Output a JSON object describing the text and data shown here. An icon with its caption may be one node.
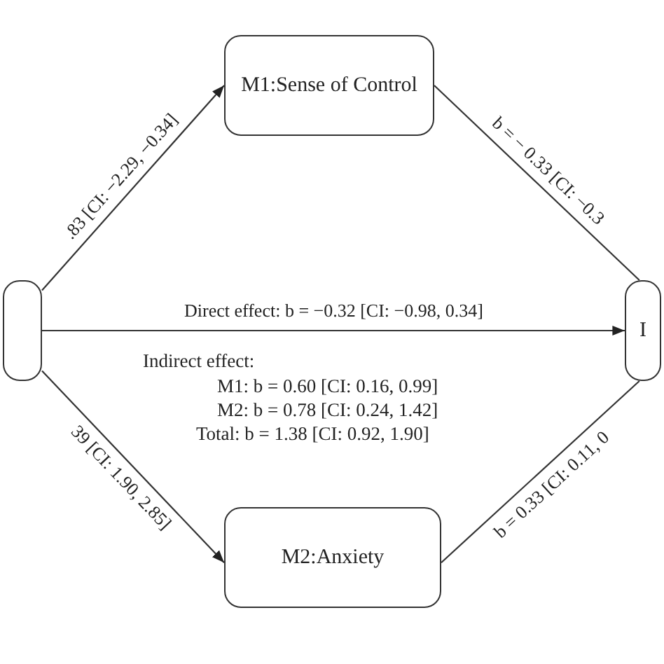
{
  "diagram": {
    "nodes": [
      {
        "text": [
          "M1:Sense of Control"
        ]
      },
      {
        "text": [],
        "shape": "box"
      },
      {
        "text": [
          "I"
        ]
      },
      {
        "text": [
          "M2:Anxiety"
        ]
      }
    ],
    "edges": [
      {
        "from": 1,
        "to": 0,
        "arrow": "to",
        "label": ".83 [CI: −2.29, −0.34]"
      },
      {
        "from": 0,
        "to": 2,
        "arrow": "none",
        "label": "b = − 0.33 [CI: −0.3"
      },
      {
        "from": 1,
        "to": 2,
        "arrow": "to",
        "label": "Direct effect: b = −0.32  [CI: −0.98, 0.34]"
      },
      {
        "from": 1,
        "to": 3,
        "arrow": "to",
        "label": "39 [CI: 1.90, 2.85]"
      },
      {
        "from": 3,
        "to": 2,
        "arrow": "none",
        "label": "b = 0.33 [CI: 0.11, 0"
      }
    ],
    "labels": [
      "Indirect effect:",
      "M1: b = 0.60  [CI:  0.16, 0.99]",
      "M2: b = 0.78  [CI:  0.24, 1.42]",
      "Total: b = 1.38  [CI: 0.92, 1.90]"
    ]
  }
}
